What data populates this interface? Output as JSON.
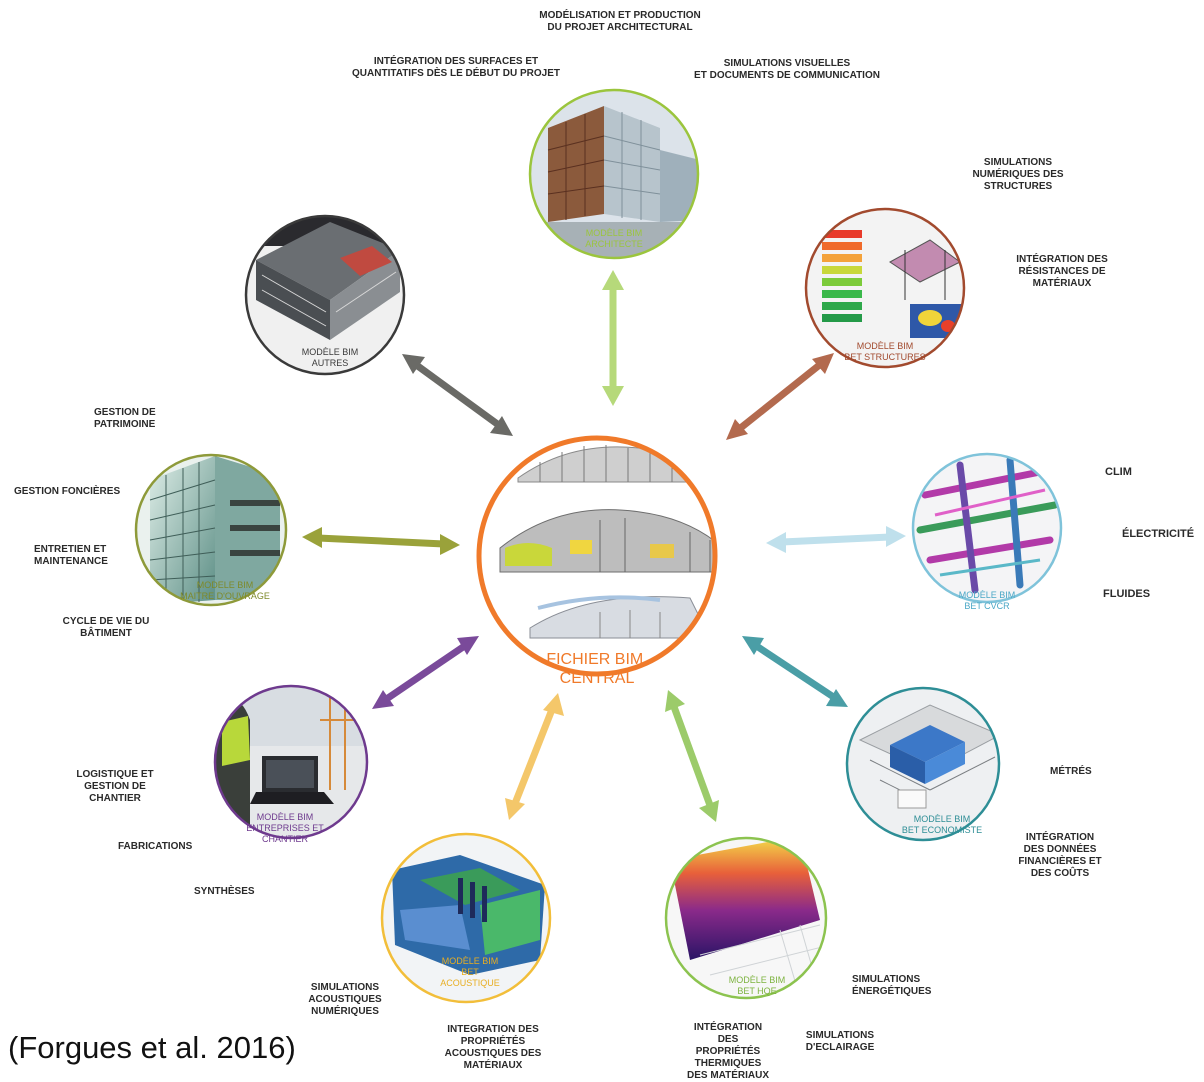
{
  "central": {
    "label": "FICHIER BIM\nCENTRAL",
    "color": "#F07A2A"
  },
  "nodes": [
    {
      "key": "architecte",
      "label": "MODÈLE BIM\nARCHITECTE",
      "color": "#9BC53D"
    },
    {
      "key": "structures",
      "label": "MODÈLE BIM\nBET STRUCTURES",
      "color": "#A24A2E"
    },
    {
      "key": "cvcr",
      "label": "MODÈLE BIM\nBET CVCR",
      "color": "#7FC3DA"
    },
    {
      "key": "economiste",
      "label": "MODÈLE BIM\nBET ECONOMISTE",
      "color": "#2E8E96"
    },
    {
      "key": "hqe",
      "label": "MODÈLE BIM\nBET HQE",
      "color": "#8CC34F"
    },
    {
      "key": "acoustique",
      "label": "MODÈLE BIM\nBET\nACOUSTIQUE",
      "color": "#F2BE3A"
    },
    {
      "key": "entreprises",
      "label": "MODÈLE BIM\nENTREPRISES ET\nCHANTIER",
      "color": "#6E3A8E"
    },
    {
      "key": "maitre",
      "label": "MODELE BIM\nMAITRE D'OUVRAGE",
      "color": "#8E9A3A"
    },
    {
      "key": "autres",
      "label": "MODÈLE BIM\nAUTRES",
      "color": "#3A3A3A"
    }
  ],
  "captions": {
    "modelisation": "MODÉLISATION ET PRODUCTION\nDU PROJET ARCHITECTURAL",
    "integration_surfaces": "INTÉGRATION DES SURFACES ET\nQUANTITATIFS DÈS LE DÉBUT DU PROJET",
    "simulations_visuelles": "SIMULATIONS VISUELLES\nET DOCUMENTS DE COMMUNICATION",
    "simulations_structures": "SIMULATIONS\nNUMÉRIQUES DES\nSTRUCTURES",
    "integration_resistances": "INTÉGRATION DES\nRÉSISTANCES DE\nMATÉRIAUX",
    "clim": "CLIM",
    "electricite": "ÉLECTRICITÉ",
    "fluides": "FLUIDES",
    "metres": "MÉTRÉS",
    "integration_donnees": "INTÉGRATION\nDES DONNÉES\nFINANCIÈRES ET\nDES COÛTS",
    "simulations_energetiques": "SIMULATIONS\nÉNERGÉTIQUES",
    "simulations_eclairage": "SIMULATIONS\nD'ECLAIRAGE",
    "integration_thermiques": "INTÉGRATION\nDES\nPROPRIÉTÉS\nTHERMIQUES\nDES MATÉRIAUX",
    "integration_acoustiques": "INTEGRATION DES\nPROPRIÉTÉS\nACOUSTIQUES DES\nMATÉRIAUX",
    "simulations_acoustiques": "SIMULATIONS\nACOUSTIQUES\nNUMÉRIQUES",
    "syntheses": "SYNTHÈSES",
    "fabrications": "FABRICATIONS",
    "logistique": "LOGISTIQUE ET\nGESTION DE\nCHANTIER",
    "cycle_vie": "CYCLE DE VIE DU\nBÂTIMENT",
    "entretien": "ENTRETIEN ET\nMAINTENANCE",
    "gestion_foncieres": "GESTION FONCIÈRES",
    "gestion_patrimoine": "GESTION DE\nPATRIMOINE"
  },
  "citation": "(Forgues et al. 2016)"
}
